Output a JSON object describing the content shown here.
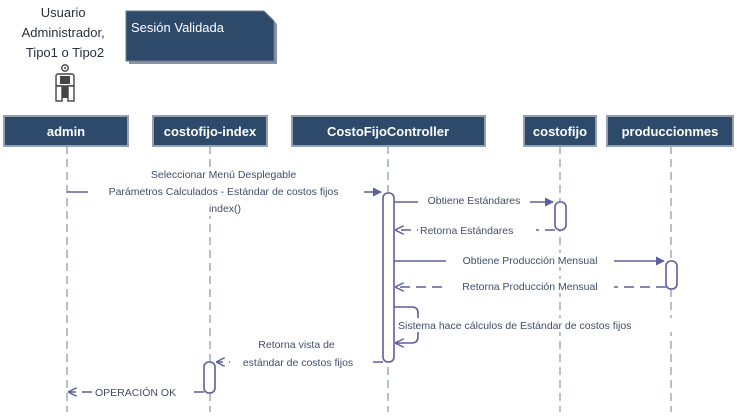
{
  "actor": {
    "label_lines": [
      "Usuario",
      "Administrador,",
      "Tipo1 o Tipo2"
    ]
  },
  "note": {
    "text": "Sesión Validada"
  },
  "participants": [
    {
      "id": "admin",
      "label": "admin"
    },
    {
      "id": "index",
      "label": "costofijo-index"
    },
    {
      "id": "ctrl",
      "label": "CostoFijoController"
    },
    {
      "id": "cf",
      "label": "costofijo"
    },
    {
      "id": "pm",
      "label": "produccionmes"
    }
  ],
  "messages": [
    {
      "label_lines": [
        "Seleccionar Menú Desplegable",
        "Parámetros Calculados - Estándar de costos fijos",
        "index()"
      ],
      "type": "call"
    },
    {
      "label_lines": [
        "Obtiene Estándares"
      ],
      "type": "call"
    },
    {
      "label_lines": [
        "Retorna Estándares"
      ],
      "type": "return"
    },
    {
      "label_lines": [
        "Obtiene Producción Mensual"
      ],
      "type": "call"
    },
    {
      "label_lines": [
        "Retorna Producción Mensual"
      ],
      "type": "return"
    },
    {
      "label_lines": [
        "Sistema hace cálculos de Estándar de costos fijos"
      ],
      "type": "self"
    },
    {
      "label_lines": [
        "Retorna vista de",
        "estándar de costos fijos"
      ],
      "type": "return"
    },
    {
      "label_lines": [
        "OPERACIÓN OK"
      ],
      "type": "return"
    }
  ]
}
